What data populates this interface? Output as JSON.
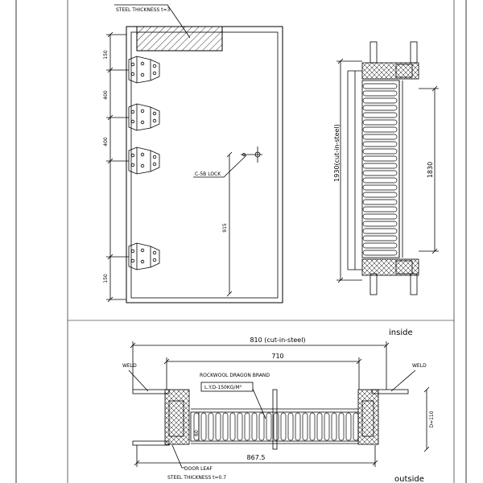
{
  "labels": {
    "steel_thickness_top": "STEEL THICKNESS t=3",
    "lock": "C-5B LOCK",
    "inside": "inside",
    "outside": "outside",
    "weld_left": "WELD",
    "weld_right": "WELD",
    "rockwool": "ROCKWOOL DRAGON BRAND",
    "density": "L.Y.D-150KG/M³",
    "door_leaf": "DOOR LEAF",
    "steel_thickness_bottom": "STEEL THICKNESS t=0.7"
  },
  "dimensions": {
    "hinge_top": "150",
    "hinge_gap_1": "400",
    "hinge_gap_2": "400",
    "hinge_bottom": "150",
    "lock_height": "915",
    "cut_in_height": "1930(cut-in-steel)",
    "inner_height": "1830",
    "cut_in_width": "810 (cut-in-steel)",
    "inner_width": "710",
    "overall_width": "867.5",
    "leaf_thickness": "60",
    "frame_depth": "D=110"
  }
}
